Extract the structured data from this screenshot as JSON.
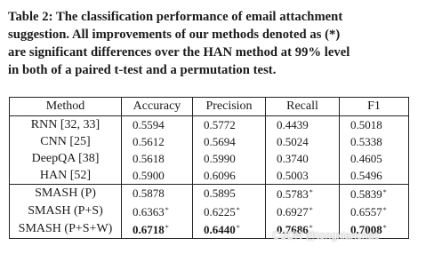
{
  "caption": {
    "line1": "Table 2: The classification performance of email attachment",
    "line2": "suggestion. All improvements of our methods denoted as (*)",
    "line3": "are significant differences over the HAN method at 99% level",
    "line4": "in both of a paired t-test and a permutation test."
  },
  "table": {
    "headers": [
      "Method",
      "Accuracy",
      "Precision",
      "Recall",
      "F1"
    ],
    "rows": [
      {
        "method": "RNN [32, 33]",
        "accuracy": "0.5594",
        "precision": "0.5772",
        "recall": "0.4439",
        "f1": "0.5018"
      },
      {
        "method": "CNN [25]",
        "accuracy": "0.5612",
        "precision": "0.5694",
        "recall": "0.5024",
        "f1": "0.5338"
      },
      {
        "method": "DeepQA [38]",
        "accuracy": "0.5618",
        "precision": "0.5990",
        "recall": "0.3740",
        "f1": "0.4605"
      },
      {
        "method": "HAN [52]",
        "accuracy": "0.5900",
        "precision": "0.6096",
        "recall": "0.5003",
        "f1": "0.5496"
      },
      {
        "method": "SMASH (P)",
        "accuracy": "0.5878",
        "precision": "0.5895",
        "recall": "0.5783",
        "f1": "0.5839"
      },
      {
        "method": "SMASH (P+S)",
        "accuracy": "0.6363",
        "precision": "0.6225",
        "recall": "0.6927",
        "f1": "0.6557"
      },
      {
        "method": "SMASH (P+S+W)",
        "accuracy": "0.6718",
        "precision": "0.6440",
        "recall": "0.7686",
        "f1": "0.7008"
      }
    ],
    "significance_marker": "*"
  },
  "watermark": "CSDN @tongxianchao"
}
